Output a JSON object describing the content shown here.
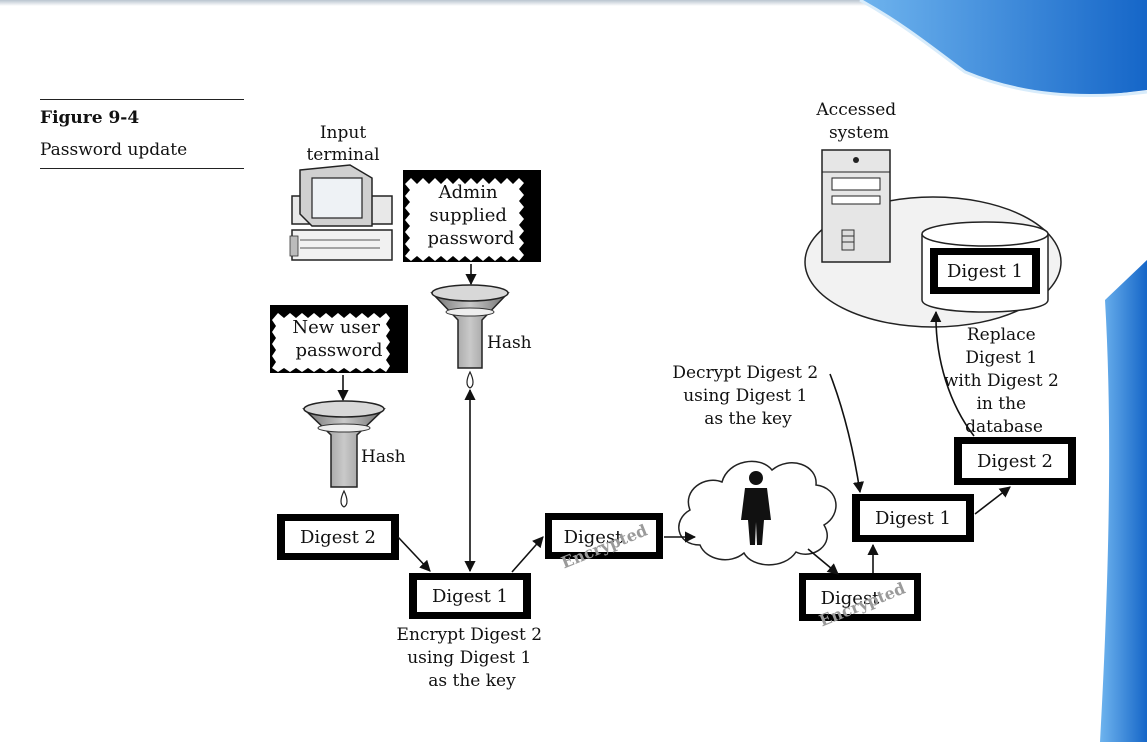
{
  "figure": {
    "number": "Figure 9-4",
    "title": "Password update"
  },
  "diagram": {
    "input_terminal": "Input terminal",
    "admin_password": [
      "Admin",
      "supplied",
      "password"
    ],
    "new_password": [
      "New user",
      "password"
    ],
    "hash_admin": "Hash",
    "hash_user": "Hash",
    "digest2_left": "Digest 2",
    "digest1_center": "Digest 1",
    "encrypted_left": "Digest",
    "encrypted_left_stamp": "Encrypted",
    "encrypt_note": [
      "Encrypt Digest 2",
      "using Digest 1",
      "as the key"
    ],
    "decrypt_note": [
      "Decrypt Digest 2",
      "using Digest 1",
      "as the key"
    ],
    "encrypted_right": "Digest",
    "encrypted_right_stamp": "Encrypted",
    "digest1_right": "Digest 1",
    "digest2_right": "Digest 2",
    "replace_note": [
      "Replace",
      "Digest 1",
      "with Digest 2",
      "in the",
      "database"
    ],
    "accessed_system": [
      "Accessed",
      "system"
    ],
    "db_digest": "Digest 1"
  },
  "colors": {
    "slide_blue": "#2a7fd4",
    "box_fill": "#000000",
    "funnel_gray": "#8a8a8a"
  }
}
